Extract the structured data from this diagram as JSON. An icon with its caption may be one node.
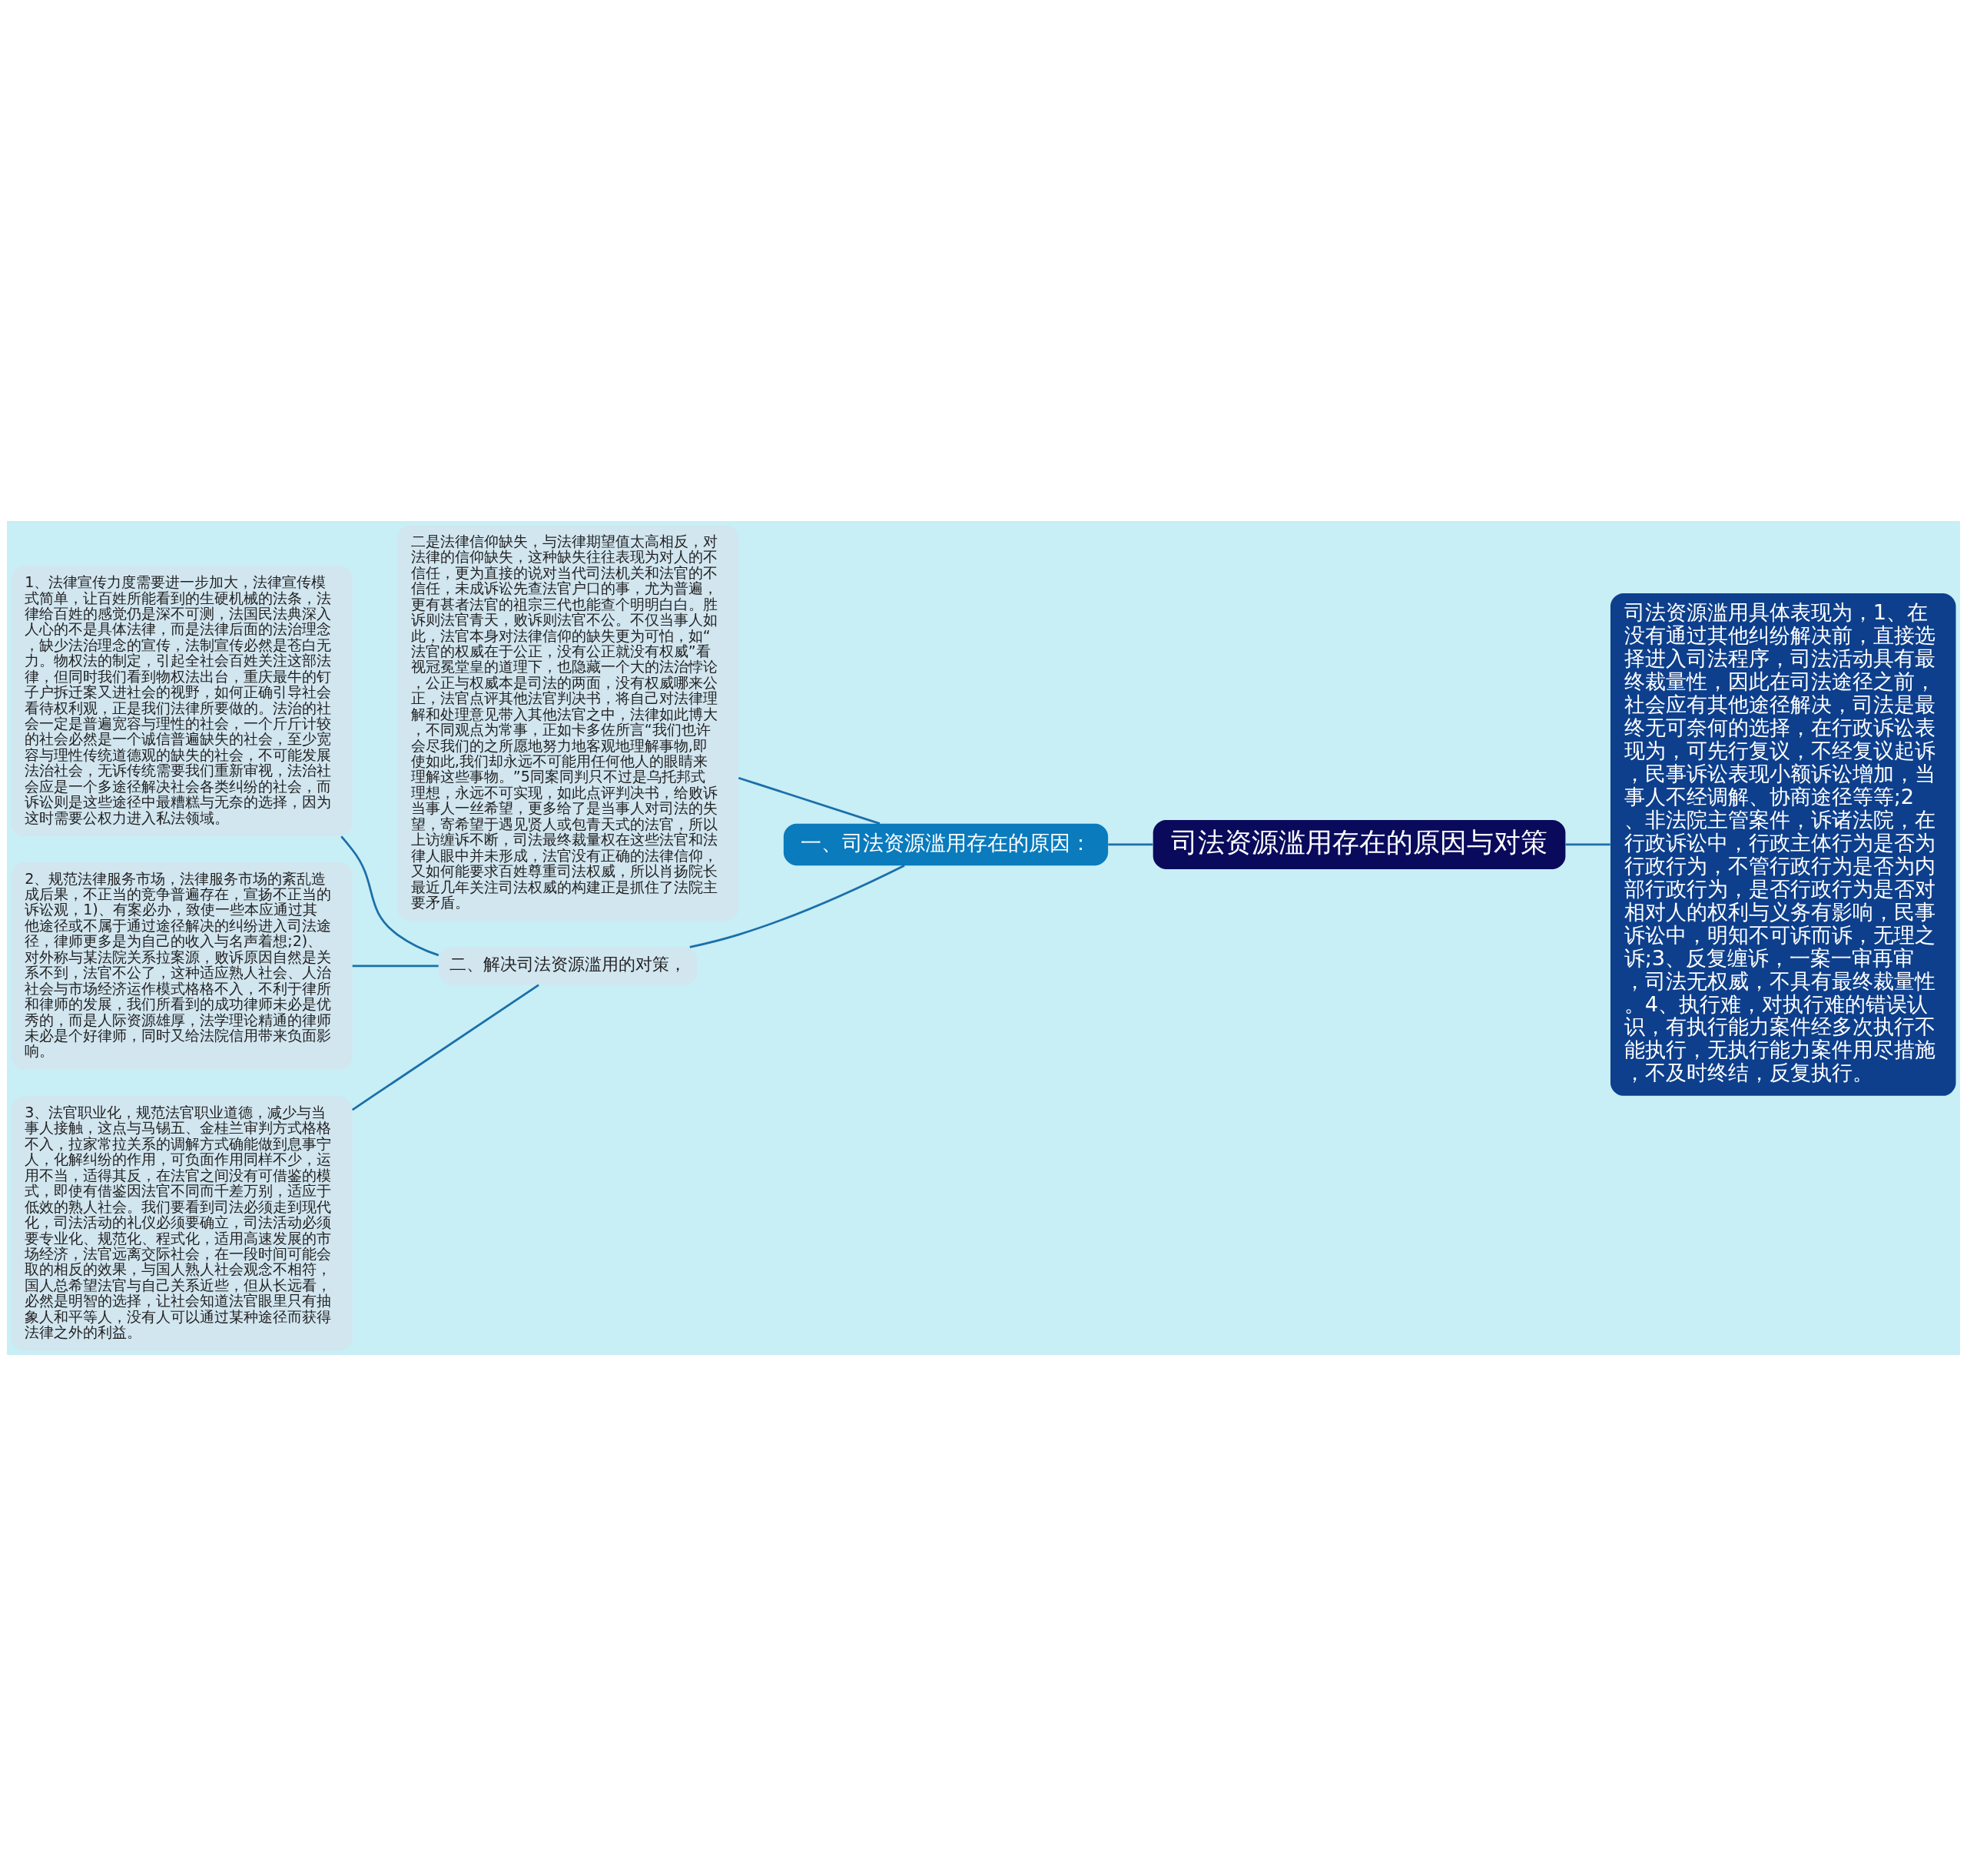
{
  "diagram": {
    "nodes": [
      {
        "text": [
          "司法资源滥用存在的原因与对策"
        ]
      },
      {
        "text": [
          "司法资源滥用具体表现为，1、在没有通过其他纠纷解决前，直接选择进入司法程序，司法活动具有最终裁量性，因此在司法途径之前，社会应有其他途径解决，司法是最终无可奈何的选择，在行政诉讼表现为，可先行复议，不经复议起诉，民事诉讼表现小额诉讼增加，当事人不经调解、协商途径等等;2、非法院主管案件，诉诸法院，在行政诉讼中，行政主体行为是否为行政行为，不管行政行为是否为内部行政行为，是否行政行为是否对相对人的权利与义务有影响，民事诉讼中，明知不可诉而诉，无理之诉;3、反复缠诉，一案一审再审，司法无权威，不具有最终裁量性。4、执行难，对执行难的错误认识，有执行能力案件经多次执行不能执行，无执行能力案件用尽措施，不及时终结，反复执行。"
        ]
      },
      {
        "text": [
          "一、司法资源滥用存在的原因："
        ]
      },
      {
        "text": [
          "二是法律信仰缺失，与法律期望值太高相反，对法律的信仰缺失，这种缺失往往表现为对人的不信任，更为直接的说对当代司法机关和法官的不信任，未成诉讼先查法官户口的事，尤为普遍，更有甚者法官的祖宗三代也能查个明明白白。胜诉则法官青天，败诉则法官不公。不仅当事人如此，法官本身对法律信仰的缺失更为可怕，如“法官的权威在于公正，没有公正就没有权威”看视冠冕堂皇的道理下，也隐藏一个大的法治悖论，公正与权威本是司法的两面，没有权威哪来公正，法官点评其他法官判决书，将自己对法律理解和处理意见带入其他法官之中，法律如此博大，不同观点为常事，正如卡多佐所言“我们也许会尽我们的之所愿地努力地客观地理解事物,即使如此,我们却永远不可能用任何他人的眼睛来理解这些事物。”5同案同判只不过是乌托邦式理想，永远不可实现，如此点评判决书，给败诉当事人一丝希望，更多给了是当事人对司法的失望，寄希望于遇见贤人或包青天式的法官，所以上访缠诉不断，司法最终裁量权在这些法官和法律人眼中并未形成，法官没有正确的法律信仰，又如何能要求百姓尊重司法权威，所以肖扬院长最近几年关注司法权威的构建正是抓住了法院主要矛盾。"
        ]
      },
      {
        "text": [
          "二、解决司法资源滥用的对策，"
        ]
      },
      {
        "text": [
          "1、法律宣传力度需要进一步加大，法律宣传模式简单，让百姓所能看到的生硬机械的法条，法律给百姓的感觉仍是深不可测，法国民法典深入人心的不是具体法律，而是法律后面的法治理念，缺少法治理念的宣传，法制宣传必然是苍白无力。物权法的制定，引起全社会百姓关注这部法律，但同时我们看到物权法出台，重庆最牛的钉子户拆迁案又进社会的视野，如何正确引导社会看待权利观，正是我们法律所要做的。法治的社会一定是普遍宽容与理性的社会，一个斤斤计较的社会必然是一个诚信普遍缺失的社会，至少宽容与理性传统道德观的缺失的社会，不可能发展法治社会，无诉传统需要我们重新审视，法治社会应是一个多途径解决社会各类纠纷的社会，而诉讼则是这些途径中最糟糕与无奈的选择，因为这时需要公权力进入私法领域。"
        ]
      },
      {
        "text": [
          "2、规范法律服务市场，法律服务市场的紊乱造成后果，不正当的竞争普遍存在，宣扬不正当的诉讼观，1)、有案必办，致使一些本应通过其他途径或不属于通过途径解决的纠纷进入司法途径，律师更多是为自己的收入与名声着想;2)、对外称与某法院关系拉案源，败诉原因自然是关系不到，法官不公了，这种适应熟人社会、人治社会与市场经济运作模式格格不入，不利于律所和律师的发展，我们所看到的成功律师未必是优秀的，而是人际资源雄厚，法学理论精通的律师未必是个好律师，同时又给法院信用带来负面影响。"
        ]
      },
      {
        "text": [
          "3、法官职业化，规范法官职业道德，减少与当事人接触，这点与马锡五、金桂兰审判方式格格不入，拉家常拉关系的调解方式确能做到息事宁人，化解纠纷的作用，可负面作用同样不少，运用不当，适得其反，在法官之间没有可借鉴的模式，即使有借鉴因法官不同而千差万别，适应于低效的熟人社会。我们要看到司法必须走到现代化，司法活动的礼仪必须要确立，司法活动必须要专业化、规范化、程式化，适用高速发展的市场经济，法官远离交际社会，在一段时间可能会取的相反的效果，与国人熟人社会观念不相符，国人总希望法官与自己关系近些，但从长远看，必然是明智的选择，让社会知道法官眼里只有抽象人和平等人，没有人可以通过某种途径而获得法律之外的利益。"
        ]
      }
    ],
    "edges": [
      {
        "from": 0,
        "to": 1,
        "arrow": "none"
      },
      {
        "from": 0,
        "to": 2,
        "arrow": "none"
      },
      {
        "from": 2,
        "to": 3,
        "arrow": "none"
      },
      {
        "from": 2,
        "to": 4,
        "arrow": "none"
      },
      {
        "from": 4,
        "to": 5,
        "arrow": "none"
      },
      {
        "from": 4,
        "to": 6,
        "arrow": "none"
      },
      {
        "from": 4,
        "to": 7,
        "arrow": "none"
      }
    ]
  }
}
